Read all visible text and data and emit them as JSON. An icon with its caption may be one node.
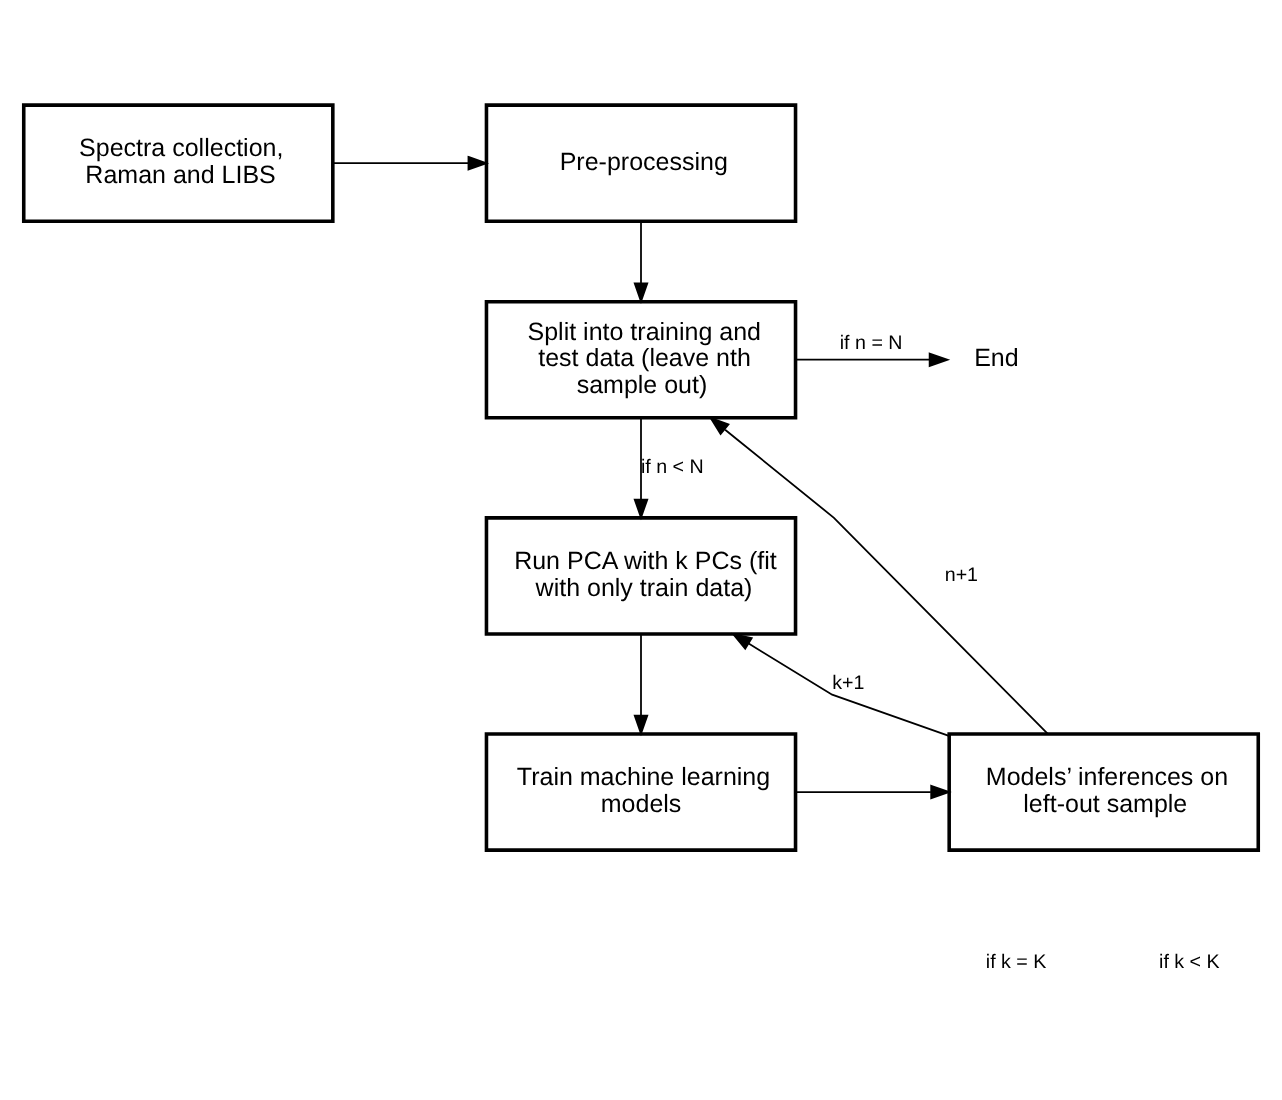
{
  "diagram": {
    "nodes": [
      {
        "text": [
          "Spectra collection, Raman and LIBS"
        ]
      },
      {
        "text": [
          "Pre-processing"
        ]
      },
      {
        "text": [
          "Split into training and test data (leave nth sample out)"
        ]
      },
      {
        "text": [
          "End"
        ]
      },
      {
        "text": [
          "Run PCA with k PCs (fit with only train data)"
        ]
      },
      {
        "text": [
          "Train machine learning models"
        ]
      },
      {
        "text": [
          "Models’ inferences on left-out sample"
        ]
      }
    ],
    "edges": [
      {
        "from": 0,
        "to": 1,
        "arrow": "to"
      },
      {
        "from": 1,
        "to": 2,
        "arrow": "to"
      },
      {
        "from": 2,
        "to": 3,
        "arrow": "to",
        "label": "if n = N"
      },
      {
        "from": 2,
        "to": 4,
        "arrow": "to",
        "label": "if n < N"
      },
      {
        "from": 4,
        "to": 5,
        "arrow": "to"
      },
      {
        "from": 5,
        "to": 6,
        "arrow": "to"
      },
      {
        "from": 6,
        "to": 2,
        "arrow": "to",
        "label": "n+1"
      },
      {
        "from": 6,
        "to": 4,
        "arrow": "to",
        "label": "k+1"
      }
    ],
    "labels": [
      "if k = K",
      "if k < K"
    ]
  }
}
